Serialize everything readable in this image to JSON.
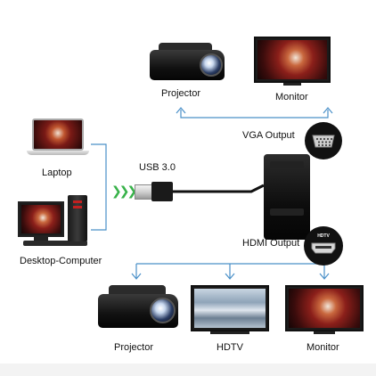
{
  "labels": {
    "projector_top": "Projector",
    "monitor_top": "Monitor",
    "vga_output": "VGA Output",
    "laptop": "Laptop",
    "usb": "USB 3.0",
    "desktop": "Desktop-Computer",
    "hdmi_output": "HDMI Output",
    "projector_bottom": "Projector",
    "hdtv": "HDTV",
    "monitor_bottom": "Monitor"
  },
  "hdmi_port_logo": "HDTV",
  "colors": {
    "arrow_blue": "#4a90c8",
    "arrow_green": "#38b24a",
    "background": "#ffffff"
  },
  "icons": {
    "source_arrows": "triple-chevron-right-icon",
    "output_arrows": "arrow-up-icon / arrow-down-icon"
  }
}
